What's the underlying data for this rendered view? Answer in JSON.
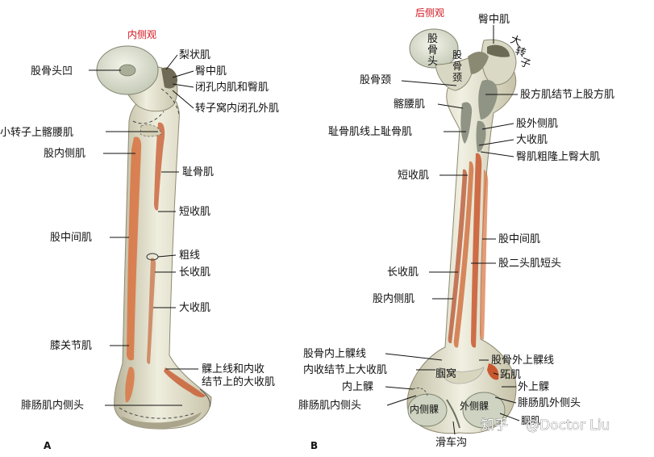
{
  "panel_a": {
    "view_title": "内侧观",
    "panel_label": "A",
    "labels": {
      "femoral_head_fovea": "股骨头凹",
      "piriformis": "梨状肌",
      "gluteus_medius": "臀中肌",
      "obturator_internus_gemelli": "闭孔内肌和臀肌",
      "obturator_externus": "转子窝内闭孔外肌",
      "iliopsoas": "小转子上髂腰肌",
      "vastus_medialis": "股内侧肌",
      "pectineus": "耻骨肌",
      "adductor_brevis": "短收肌",
      "vastus_intermedius": "股中间肌",
      "linea_aspera": "粗线",
      "adductor_longus": "长收肌",
      "adductor_magnus": "大收肌",
      "articularis_genus": "膝关节肌",
      "supracondylar_line_1": "髁上线和内收",
      "supracondylar_line_2": "结节上的大收肌",
      "gastrocnemius_medial": "腓肠肌内侧头"
    }
  },
  "panel_b": {
    "view_title": "后侧观",
    "panel_label": "B",
    "labels": {
      "gluteus_medius": "臀中肌",
      "head_1": "股",
      "head_2": "骨",
      "head_3": "头",
      "neck_1": "股",
      "neck_2": "骨",
      "neck_3": "颈",
      "greater_trochanter_1": "大",
      "greater_trochanter_2": "转",
      "greater_trochanter_3": "子",
      "femoral_neck": "股骨颈",
      "quadratus_femoris": "股方肌结节上股方肌",
      "iliopsoas": "髂腰肌",
      "vastus_lateralis": "股外侧肌",
      "pectineus": "耻骨肌线上耻骨肌",
      "adductor_magnus": "大收肌",
      "gluteus_maximus": "臀肌粗隆上臀大肌",
      "adductor_brevis": "短收肌",
      "vastus_intermedius": "股中间肌",
      "biceps_short": "股二头肌短头",
      "adductor_longus": "长收肌",
      "vastus_medialis": "股内侧肌",
      "medial_supracondylar": "股骨内上髁线",
      "adductor_tubercle": "内收结节上大收肌",
      "lateral_supracondylar": "股骨外上髁线",
      "popliteal_fossa": "腘窝",
      "plantaris": "跖肌",
      "medial_epicondyle": "内上髁",
      "lateral_epicondyle": "外上髁",
      "gastrocnemius_medial": "腓肠肌内侧头",
      "gastrocnemius_lateral": "腓肠肌外侧头",
      "medial_condyle": "内侧髁",
      "lateral_condyle": "外侧髁",
      "popliteus": "腘肌",
      "trochlear_groove": "滑车沟"
    }
  },
  "watermark": {
    "site": "知乎",
    "author": "@Doctor Liu"
  }
}
